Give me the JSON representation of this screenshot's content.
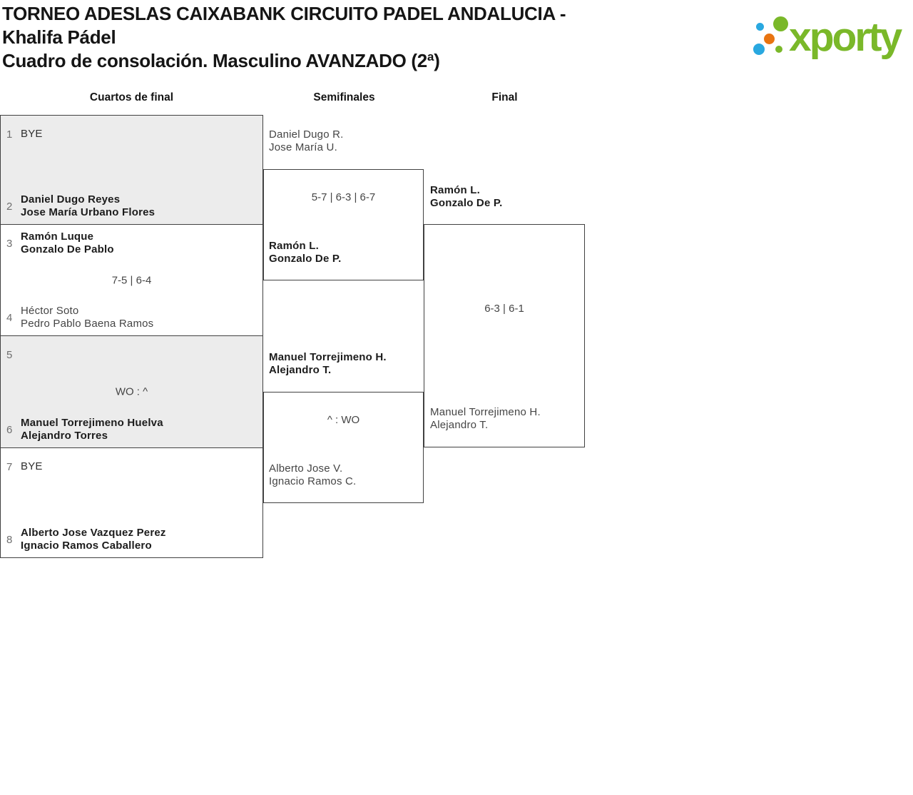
{
  "header": {
    "title_line1": "TORNEO ADESLAS CAIXABANK CIRCUITO PADEL ANDALUCIA -",
    "title_line2": "Khalifa Pádel",
    "subtitle": "Cuadro de consolación. Masculino AVANZADO (2ª)"
  },
  "logo": {
    "text": "xporty",
    "colors": {
      "green": "#7ab829",
      "blue": "#29a8e0",
      "orange": "#e87411"
    }
  },
  "columns": {
    "round1": "Cuartos de final",
    "round2": "Semifinales",
    "round3": "Final"
  },
  "quarterfinals": [
    {
      "seed_top": "1",
      "top_line1": "BYE",
      "seed_bottom": "2",
      "bottom_line1": "Daniel Dugo Reyes",
      "bottom_line2": "Jose María Urbano Flores",
      "score": ""
    },
    {
      "seed_top": "3",
      "top_line1": "Ramón Luque",
      "top_line2": "Gonzalo De Pablo",
      "seed_bottom": "4",
      "bottom_line1": "Héctor Soto",
      "bottom_line2": "Pedro Pablo Baena Ramos",
      "score": "7-5 | 6-4"
    },
    {
      "seed_top": "5",
      "top_line1": "",
      "seed_bottom": "6",
      "bottom_line1": "Manuel Torrejimeno Huelva",
      "bottom_line2": "Alejandro Torres",
      "score": "WO : ^"
    },
    {
      "seed_top": "7",
      "top_line1": "BYE",
      "seed_bottom": "8",
      "bottom_line1": "Alberto Jose Vazquez Perez",
      "bottom_line2": "Ignacio Ramos Caballero",
      "score": ""
    }
  ],
  "semifinals": [
    {
      "top_line1": "Daniel Dugo R.",
      "top_line2": "Jose María U.",
      "score": "5-7 | 6-3 | 6-7",
      "bottom_line1": "Ramón L.",
      "bottom_line2": "Gonzalo De P."
    },
    {
      "top_line1": "Manuel Torrejimeno H.",
      "top_line2": "Alejandro T.",
      "score": "^ : WO",
      "bottom_line1": "Alberto Jose V.",
      "bottom_line2": "Ignacio Ramos C."
    }
  ],
  "final": {
    "top_line1": "Ramón L.",
    "top_line2": "Gonzalo De P.",
    "score": "6-3 | 6-1",
    "bottom_line1": "Manuel Torrejimeno H.",
    "bottom_line2": "Alejandro T."
  }
}
